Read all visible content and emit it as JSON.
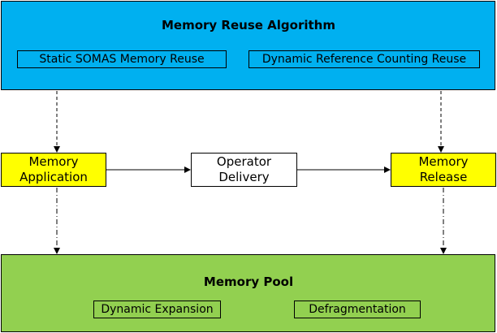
{
  "reuse_algorithm": {
    "title": "Memory Reuse Algorithm",
    "static_method": "Static SOMAS Memory Reuse",
    "dynamic_method": "Dynamic Reference Counting Reuse"
  },
  "flow": {
    "application": "Memory\nApplication",
    "operator": "Operator\nDelivery",
    "release": "Memory\nRelease"
  },
  "memory_pool": {
    "title": "Memory Pool",
    "expansion": "Dynamic Expansion",
    "defragmentation": "Defragmentation"
  },
  "colors": {
    "algorithm_fill": "#00b0f0",
    "pool_fill": "#92d050",
    "highlight_fill": "#ffff00"
  }
}
